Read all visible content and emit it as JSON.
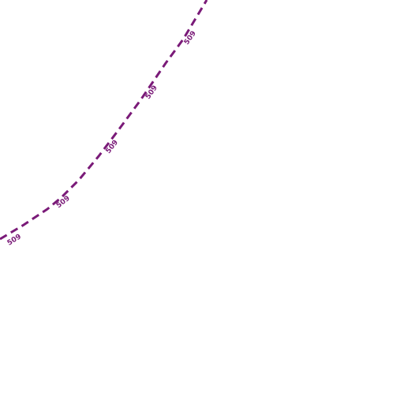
{
  "map": {
    "background_color": "#ffffff",
    "route": {
      "ref": "509",
      "color": "#7a1a78",
      "style": "dashed",
      "label_count": 5
    }
  }
}
